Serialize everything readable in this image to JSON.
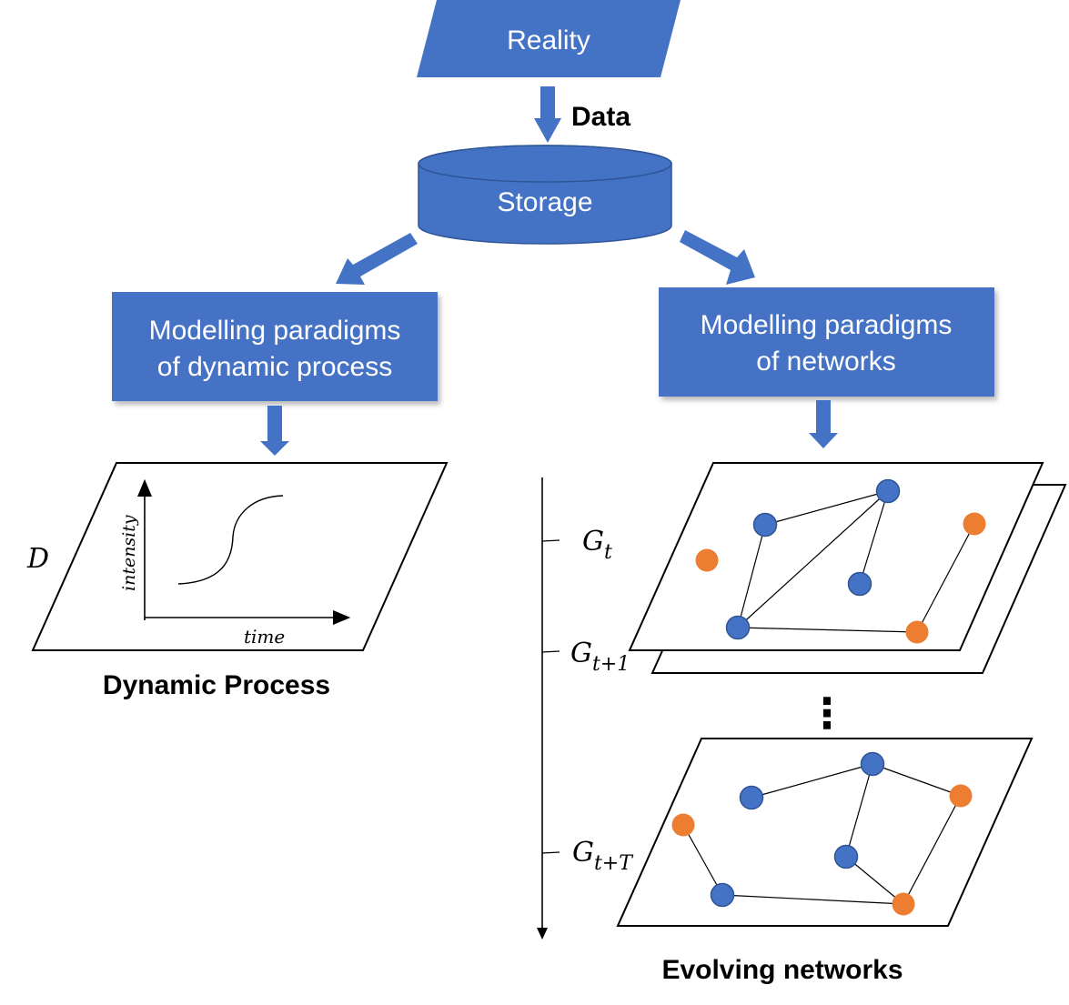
{
  "colors": {
    "box_fill": "#4472C4",
    "box_stroke": "#3B5E9E",
    "blue_node": "#4472C4",
    "orange_node": "#ED7D31",
    "line": "#000000"
  },
  "reality": {
    "label": "Reality"
  },
  "data_label": "Data",
  "storage": {
    "label": "Storage"
  },
  "left_box": {
    "line1": "Modelling paradigms",
    "line2": "of dynamic process"
  },
  "right_box": {
    "line1": "Modelling paradigms",
    "line2": "of networks"
  },
  "dynamic_panel": {
    "d_label": "D",
    "y_axis_label": "intensity",
    "x_axis_label": "time",
    "caption": "Dynamic Process"
  },
  "timeline": {
    "g_symbol": "G",
    "labels": [
      {
        "sub": "t"
      },
      {
        "sub": "t+1"
      },
      {
        "sub": "t+T"
      }
    ],
    "ellipsis": "⋮"
  },
  "networks_caption": "Evolving networks"
}
